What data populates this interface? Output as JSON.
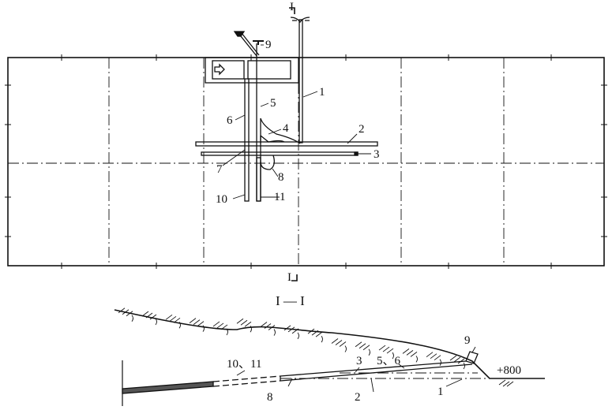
{
  "plan": {
    "section_mark_top": "I",
    "section_mark_bottom": "I",
    "labels": {
      "l1": "1",
      "l2": "2",
      "l3": "3",
      "l4": "4",
      "l5": "5",
      "l6": "6",
      "l7": "7",
      "l8": "8",
      "l9": "9",
      "l10": "10",
      "l11": "11"
    }
  },
  "section": {
    "title": "I — I",
    "labels": {
      "l10_11": "10、11",
      "l3": "3",
      "l5_6": "5、6",
      "l9": "9",
      "elevation": "+800",
      "l8": "8",
      "l2": "2",
      "l1": "1"
    }
  },
  "colors": {
    "line": "#111111",
    "background": "#ffffff"
  }
}
